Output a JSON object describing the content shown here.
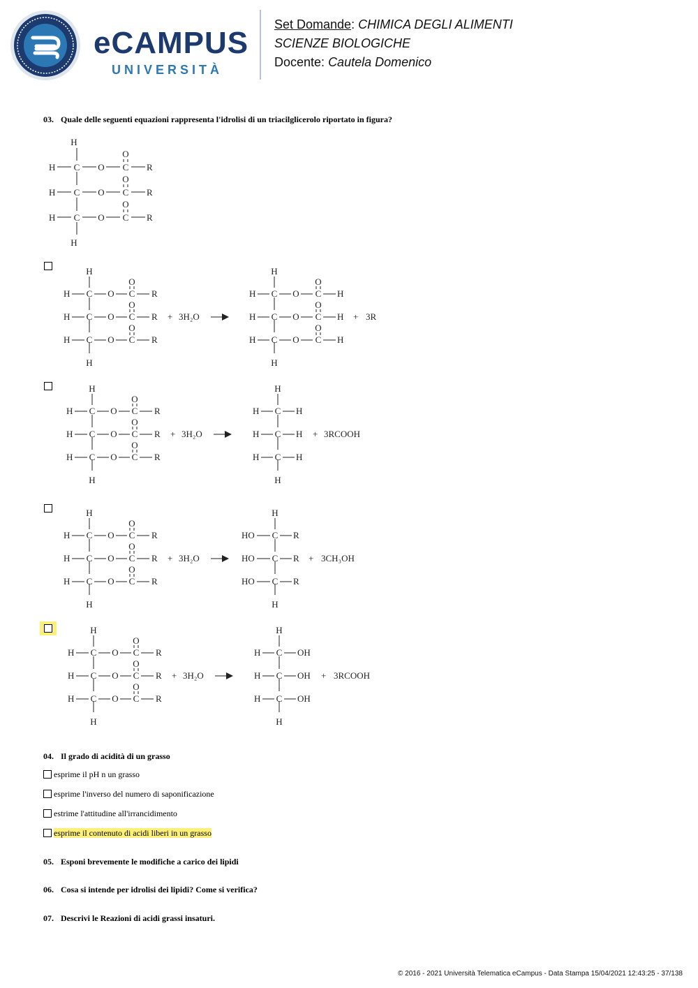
{
  "header": {
    "logo_word": "eCAMPUS",
    "logo_sub": "UNIVERSITÀ",
    "set_label": "Set Domande",
    "course": "CHIMICA DEGLI ALIMENTI",
    "faculty": "SCIENZE BIOLOGICHE",
    "teacher_label": "Docente:",
    "teacher": "Cautela Domenico",
    "brand_color": "#1c3a6e",
    "accent_color": "#2b78b5"
  },
  "questions": [
    {
      "number": "03.",
      "text": "Quale delle seguenti equazioni rappresenta l'idrolisi di un triacilglicerolo riportato in figura?"
    },
    {
      "number": "04.",
      "text": "Il grado di acidità di un grasso"
    },
    {
      "number": "05.",
      "text": "Esponi brevemente le modifiche a carico dei lipidi"
    },
    {
      "number": "06.",
      "text": "Cosa si intende per idrolisi dei lipidi? Come si verifica?"
    },
    {
      "number": "07.",
      "text": "Descrivi le Reazioni di acidi grassi insaturi."
    }
  ],
  "q03_options": [
    {
      "plus": "+",
      "reagent": "3H₂O",
      "product_groups": [
        "H",
        "H",
        "H"
      ],
      "byproduct": "3R",
      "selected": false
    },
    {
      "plus": "+",
      "reagent": "3H₂O",
      "product_groups": [
        "H",
        "H",
        "H"
      ],
      "byproduct": "3RCOOH",
      "selected": false
    },
    {
      "plus": "+",
      "reagent": "3H₂O",
      "product_groups": [
        "R",
        "R",
        "R"
      ],
      "byproduct": "3CH₃OH",
      "selected": false
    },
    {
      "plus": "+",
      "reagent": "3H₂O",
      "product_groups": [
        "OH",
        "OH",
        "OH"
      ],
      "byproduct": "3RCOOH",
      "selected": true
    }
  ],
  "q04_options": [
    {
      "text": "esprime il pH n un grasso",
      "selected": false
    },
    {
      "text": "esprime l'inverso del numero di saponificazione",
      "selected": false
    },
    {
      "text": "estrime l'attitudine all'irrancidimento",
      "selected": false
    },
    {
      "text": "esprime il contenuto di acidi liberi in un grasso",
      "selected": true
    }
  ],
  "highlight_color": "#fdf079",
  "footer": "© 2016 - 2021 Università Telematica eCampus - Data Stampa 15/04/2021 12:43:25 - 37/138"
}
